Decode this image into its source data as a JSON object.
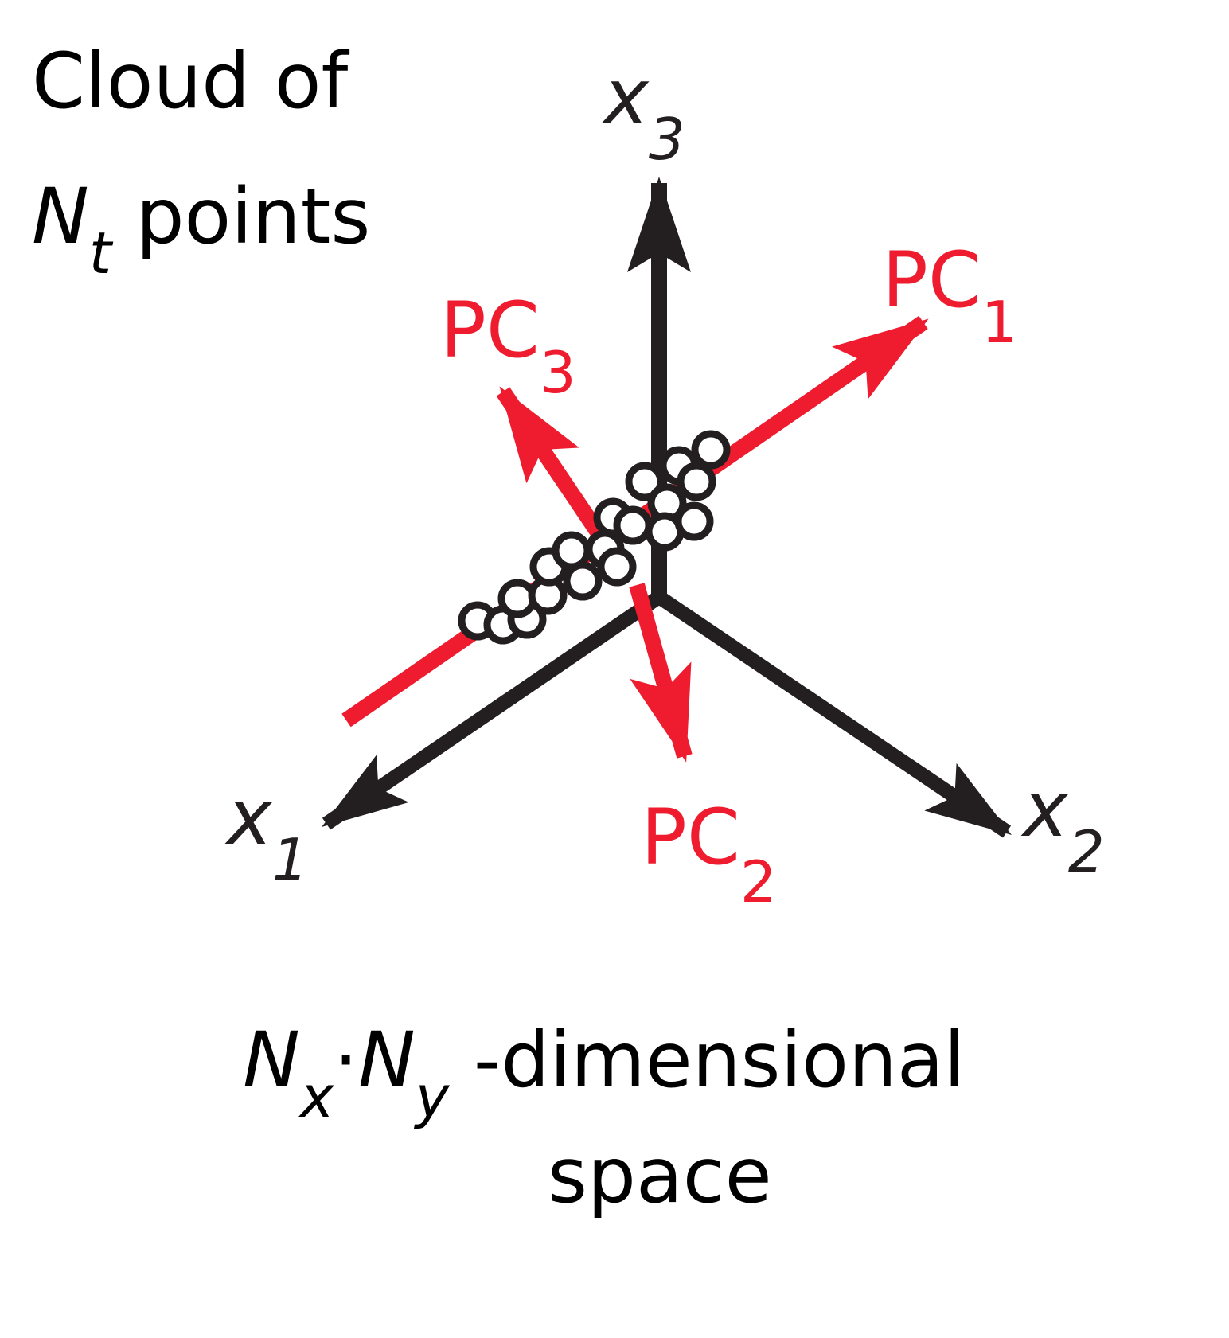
{
  "title": {
    "line1": "Cloud of",
    "n": "N",
    "n_sub": "t",
    "line2_rest": " points"
  },
  "axes": {
    "x1": {
      "base": "x",
      "sub": "1"
    },
    "x2": {
      "base": "x",
      "sub": "2"
    },
    "x3": {
      "base": "x",
      "sub": "3"
    }
  },
  "principal_components": {
    "pc1": {
      "base": "PC",
      "sub": "1"
    },
    "pc2": {
      "base": "PC",
      "sub": "2"
    },
    "pc3": {
      "base": "PC",
      "sub": "3"
    }
  },
  "caption": {
    "n1": "N",
    "n1_sub": "x",
    "dot": "·",
    "n2": "N",
    "n2_sub": "y",
    "rest": " -dimensional",
    "line2": "space"
  },
  "colors": {
    "axis": "#231f20",
    "pc": "#ee1c2e",
    "point_fill": "#ffffff",
    "point_stroke": "#231f20"
  }
}
